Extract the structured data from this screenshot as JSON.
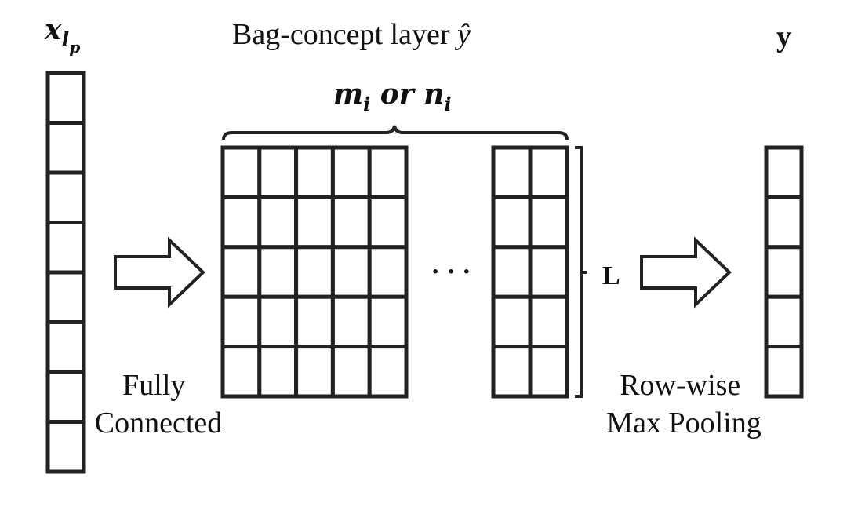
{
  "input_vector": {
    "label_main": "x",
    "label_sub": "l",
    "label_subsub": "p",
    "cells": 8
  },
  "concept_layer": {
    "title": "Bag-concept layer ",
    "symbol": "ŷ",
    "width_label_m": "m",
    "width_label_i": "i",
    "width_label_or": " or ",
    "width_label_n": "n",
    "width_label_i2": "i",
    "height_label": "L",
    "rows": 5,
    "left_cols": 5,
    "right_cols": 2,
    "ellipsis": "· · ·"
  },
  "step1": {
    "line1": "Fully",
    "line2": "Connected"
  },
  "step2": {
    "line1": "Row-wise",
    "line2": "Max Pooling"
  },
  "output_vector": {
    "label": "y",
    "cells": 5
  },
  "colors": {
    "stroke": "#222222",
    "text": "#111111",
    "background": "#ffffff"
  }
}
